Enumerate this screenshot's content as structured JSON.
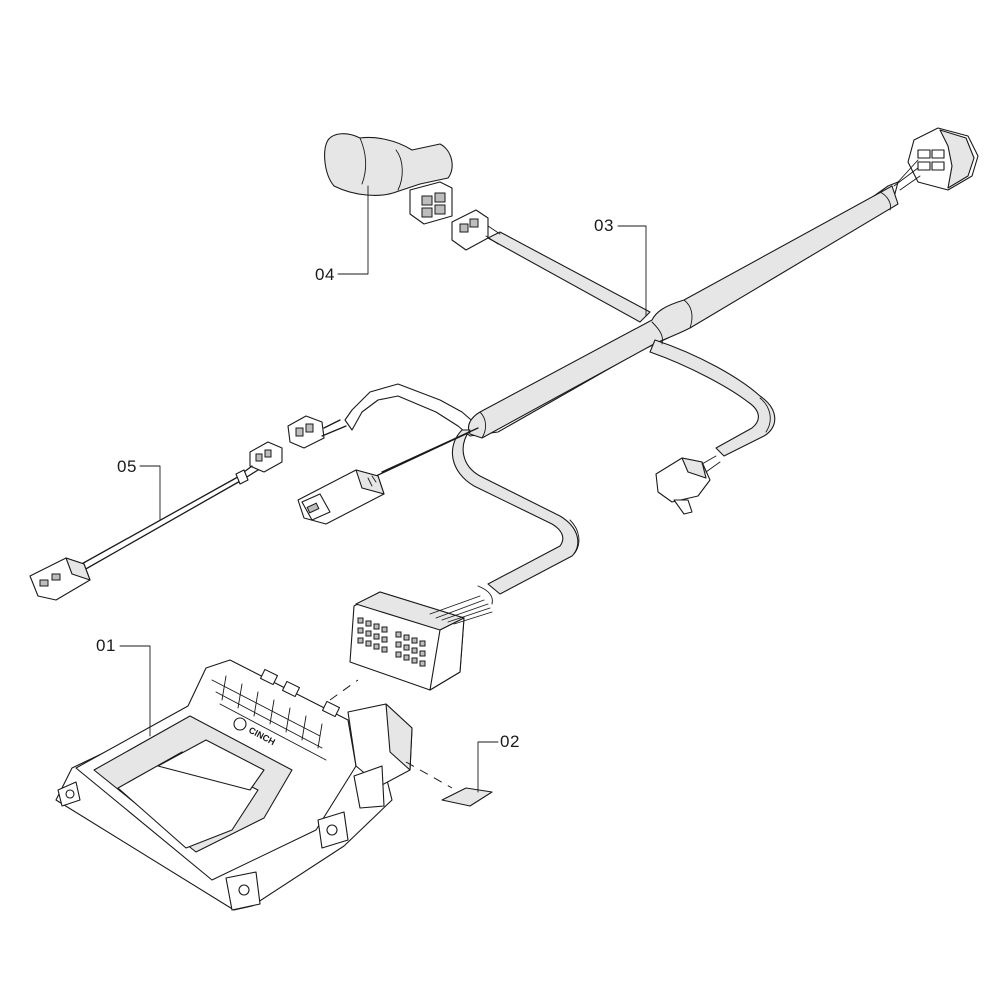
{
  "callouts": {
    "part_01": "01",
    "part_02": "02",
    "part_03": "03",
    "part_04": "04",
    "part_05": "05"
  },
  "control_unit": {
    "logo_text": "CINCH"
  },
  "colors": {
    "line": "#1a1a1a",
    "shade": "#e6e6e6",
    "background": "#ffffff"
  }
}
